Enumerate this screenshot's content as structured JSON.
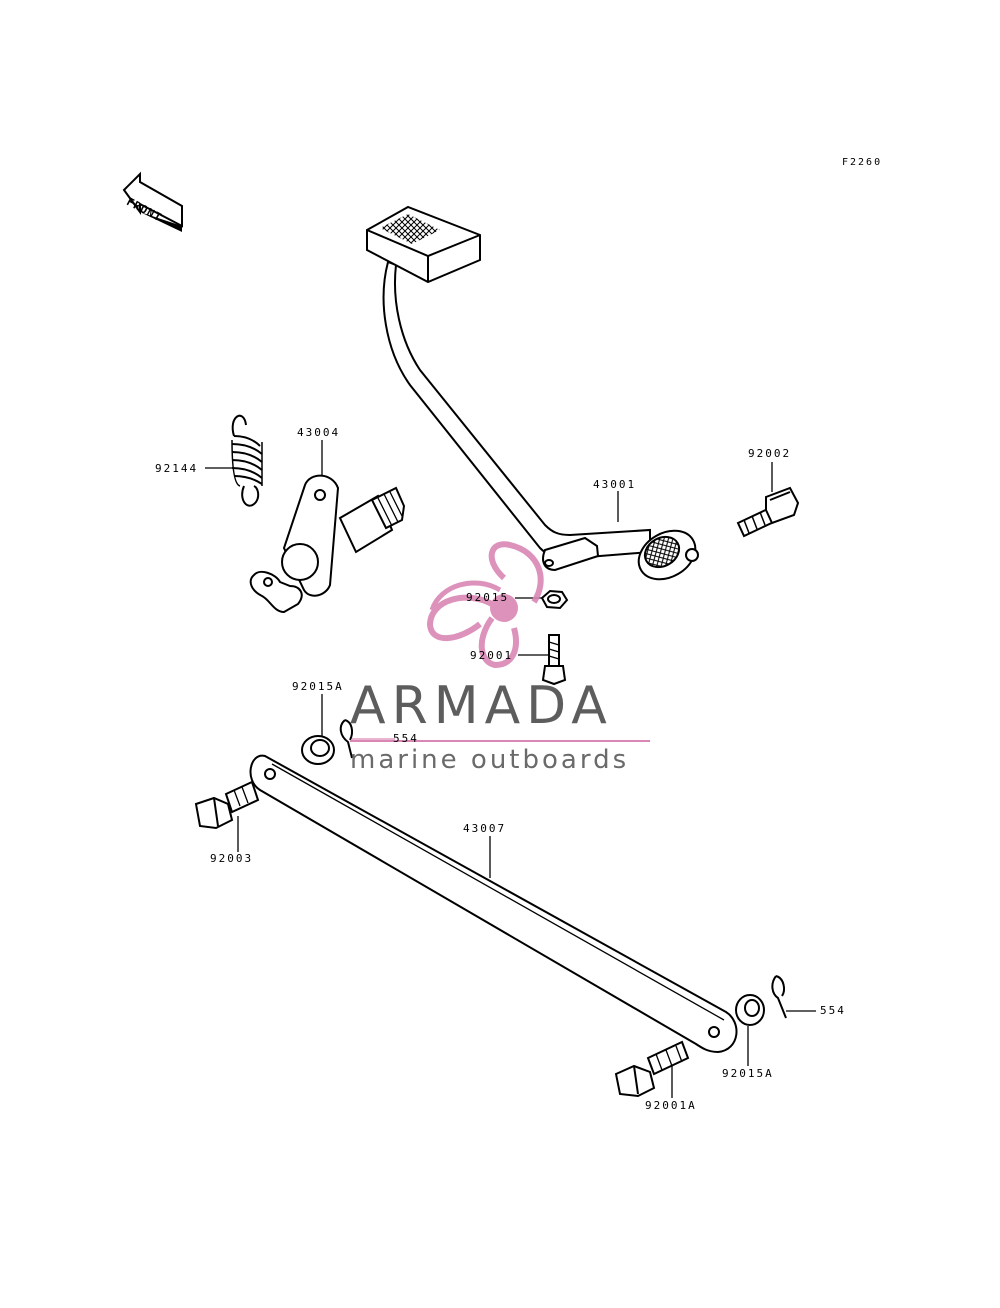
{
  "diagram_code": "F2260",
  "front_label": "FRONT",
  "watermark": {
    "brand": "ARMADA",
    "tagline": "marine outboards",
    "accent_color": "#d987b4"
  },
  "parts": [
    {
      "id": "p92144",
      "number": "92144",
      "name": "return spring"
    },
    {
      "id": "p43004",
      "number": "43004",
      "name": "brake pedal shaft"
    },
    {
      "id": "p43001",
      "number": "43001",
      "name": "brake pedal"
    },
    {
      "id": "p92002",
      "number": "92002",
      "name": "pedal bolt"
    },
    {
      "id": "p92015",
      "number": "92015",
      "name": "nut"
    },
    {
      "id": "p92001",
      "number": "92001",
      "name": "stopper bolt"
    },
    {
      "id": "p92015A_top",
      "number": "92015A",
      "name": "nut"
    },
    {
      "id": "p554_top",
      "number": "554",
      "name": "cotter pin"
    },
    {
      "id": "p92003",
      "number": "92003",
      "name": "bolt"
    },
    {
      "id": "p43007",
      "number": "43007",
      "name": "brake rod"
    },
    {
      "id": "p554_bottom",
      "number": "554",
      "name": "cotter pin"
    },
    {
      "id": "p92015A_bottom",
      "number": "92015A",
      "name": "nut"
    },
    {
      "id": "p92001A",
      "number": "92001A",
      "name": "bolt"
    }
  ]
}
